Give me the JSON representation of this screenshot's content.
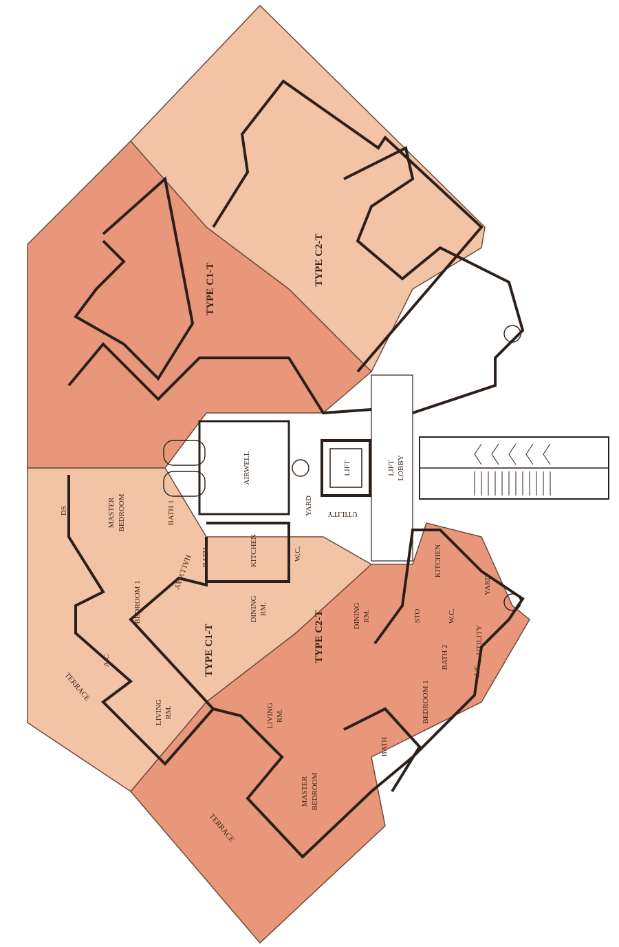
{
  "plan": {
    "units": {
      "c1_upper": "TYPE C1-T",
      "c1_lower": "TYPE C1-T",
      "c2_upper": "TYPE C2-T",
      "c2_lower": "TYPE C2-T"
    },
    "core": {
      "airwell": "AIRWELL",
      "lift": "LIFT",
      "lift_lobby_1": "LIFT",
      "lift_lobby_2": "LOBBY",
      "utility": "UTILITY",
      "yard": "YARD"
    },
    "c1_lower_rooms": {
      "master_bedroom_1": "MASTER",
      "master_bedroom_2": "BEDROOM",
      "bath1": "BATH 1",
      "bath": "BATH",
      "hallway": "HALLWAY",
      "bedroom1": "BEDROOM 1",
      "kitchen": "KITCHEN",
      "wc": "W.C.",
      "dining_1": "DINING",
      "dining_2": "RM.",
      "living_1": "LIVING",
      "living_2": "RM.",
      "terrace": "TERRACE",
      "ac": "A/C",
      "ds": "DS"
    },
    "c2_lower_rooms": {
      "kitchen": "KITCHEN",
      "yard": "YARD",
      "wc": "W.C.",
      "sto": "STO",
      "utility": "UTILITY",
      "bath2": "BATH 2",
      "ac": "A/C",
      "dining_1": "DINING",
      "dining_2": "RM.",
      "living_1": "LIVING",
      "living_2": "RM.",
      "bedroom1": "BEDROOM 1",
      "bath": "BATH",
      "master_bedroom_1": "MASTER",
      "master_bedroom_2": "BEDROOM",
      "terrace": "TERRACE"
    },
    "colors": {
      "light": "#f3c3a6",
      "dark": "#e9977a",
      "wall": "#2b1f1a"
    }
  }
}
